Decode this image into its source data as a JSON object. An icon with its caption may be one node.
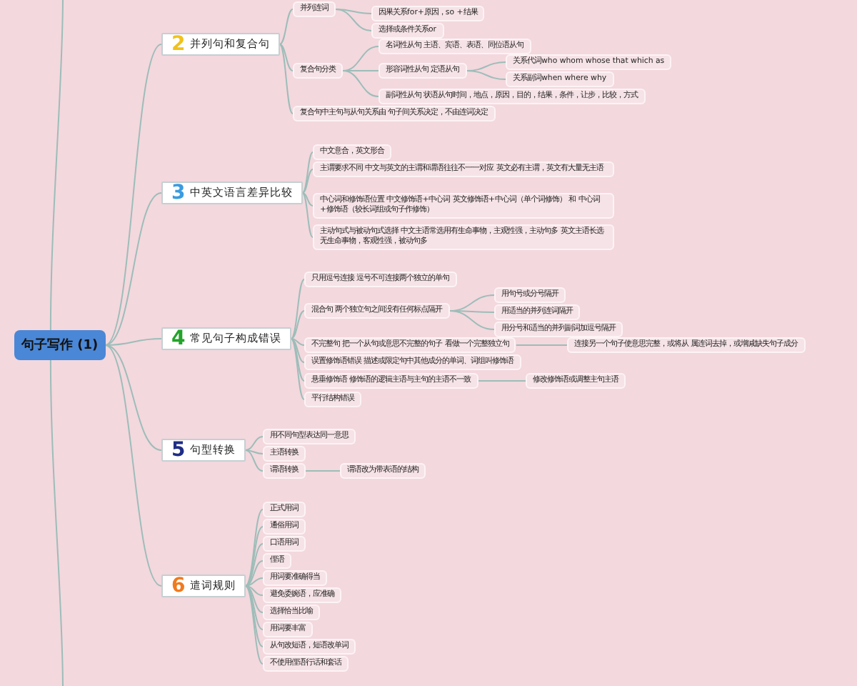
{
  "diagram": {
    "nodes": [
      {
        "text": [
          "句子写作 (1)"
        ]
      },
      {
        "text": [
          "2",
          "并列句和复合句"
        ]
      },
      {
        "text": [
          "并列连词"
        ]
      },
      {
        "text": [
          "因果关系for+原因，so +结果"
        ]
      },
      {
        "text": [
          "选择或条件关系or"
        ]
      },
      {
        "text": [
          "复合句分类"
        ]
      },
      {
        "text": [
          "名词性从句 主语、宾语、表语、同位语从句"
        ]
      },
      {
        "text": [
          "形容词性从句 定语从句"
        ]
      },
      {
        "text": [
          "关系代词who whom whose that which as"
        ]
      },
      {
        "text": [
          "关系副词when where why"
        ]
      },
      {
        "text": [
          "副词性从句 状语从句时间，地点，原因，目的，结果，条件，让步，比较，方式"
        ]
      },
      {
        "text": [
          "复合句中主句与从句关系由 句子间关系决定，不由连词决定"
        ]
      },
      {
        "text": [
          "3",
          "中英文语言差异比较"
        ]
      },
      {
        "text": [
          "中文意合，英文形合"
        ]
      },
      {
        "text": [
          "主谓要求不同 中文与英文的主谓和谓语往往不一一对应 英文必有主谓，英文有大量无主语"
        ]
      },
      {
        "text": [
          "中心词和修饰语位置 中文修饰语+中心词 英文修饰语+中心词（单个词修饰） 和 中心词+修饰语（较长词组或句子作修饰）"
        ]
      },
      {
        "text": [
          "主动句式与被动句式选择 中文主语常选用有生命事物，主观性强，主动句多 英文主语长选无生命事物，客观性强，被动句多"
        ]
      },
      {
        "text": [
          "4",
          "常见句子构成错误"
        ]
      },
      {
        "text": [
          "只用逗号连接 逗号不可连接两个独立的单句"
        ]
      },
      {
        "text": [
          "混合句 两个独立句之间没有任何标点隔开"
        ]
      },
      {
        "text": [
          "用句号或分号隔开"
        ]
      },
      {
        "text": [
          "用适当的并列连词隔开"
        ]
      },
      {
        "text": [
          "用分号和适当的并列副词加逗号隔开"
        ]
      },
      {
        "text": [
          "不完整句 把一个从句或意思不完整的句子 看做一个完整独立句"
        ]
      },
      {
        "text": [
          "连接另一个句子使意思完整，或将从 属连词去掉，或增减缺失句子成分"
        ]
      },
      {
        "text": [
          "误置修饰语错误 描述或限定句中其他成分的单词、词组叫修饰语"
        ]
      },
      {
        "text": [
          "悬垂修饰语 修饰语的逻辑主语与主句的主语不一致"
        ]
      },
      {
        "text": [
          "修改修饰语或调整主句主语"
        ]
      },
      {
        "text": [
          "平行结构错误"
        ]
      },
      {
        "text": [
          "5",
          "句型转换"
        ]
      },
      {
        "text": [
          "用不同句型表达同一意思"
        ]
      },
      {
        "text": [
          "主语转换"
        ]
      },
      {
        "text": [
          "谓语转换"
        ]
      },
      {
        "text": [
          "谓语改为带表语的结构"
        ]
      },
      {
        "text": [
          "6",
          "遣词规则"
        ]
      },
      {
        "text": [
          "正式用词"
        ]
      },
      {
        "text": [
          "通俗用词"
        ]
      },
      {
        "text": [
          "口语用词"
        ]
      },
      {
        "text": [
          "俚语"
        ]
      },
      {
        "text": [
          "用词要准确得当"
        ]
      },
      {
        "text": [
          "避免委婉语，应准确"
        ]
      },
      {
        "text": [
          "选择恰当比喻"
        ]
      },
      {
        "text": [
          "用词要丰富"
        ]
      },
      {
        "text": [
          "从句改短语，短语改单词"
        ]
      },
      {
        "text": [
          "不使用俚语行话和套话"
        ]
      }
    ],
    "edges": [
      {
        "from": 0,
        "to": null,
        "arrow": "none"
      },
      {
        "from": 0,
        "to": 1,
        "arrow": "none"
      },
      {
        "from": 1,
        "to": 2,
        "arrow": "none"
      },
      {
        "from": 2,
        "to": 3,
        "arrow": "none"
      },
      {
        "from": 2,
        "to": 4,
        "arrow": "none"
      },
      {
        "from": 1,
        "to": 5,
        "arrow": "none"
      },
      {
        "from": 5,
        "to": 6,
        "arrow": "none"
      },
      {
        "from": 5,
        "to": 7,
        "arrow": "none"
      },
      {
        "from": 7,
        "to": 8,
        "arrow": "none"
      },
      {
        "from": 7,
        "to": 9,
        "arrow": "none"
      },
      {
        "from": 5,
        "to": 10,
        "arrow": "none"
      },
      {
        "from": 1,
        "to": 11,
        "arrow": "none"
      },
      {
        "from": 0,
        "to": 12,
        "arrow": "none"
      },
      {
        "from": 12,
        "to": 13,
        "arrow": "none"
      },
      {
        "from": 12,
        "to": 14,
        "arrow": "none"
      },
      {
        "from": 12,
        "to": 15,
        "arrow": "none"
      },
      {
        "from": 12,
        "to": 16,
        "arrow": "none"
      },
      {
        "from": 0,
        "to": 17,
        "arrow": "none"
      },
      {
        "from": 17,
        "to": 18,
        "arrow": "none"
      },
      {
        "from": 17,
        "to": 19,
        "arrow": "none"
      },
      {
        "from": 19,
        "to": 20,
        "arrow": "none"
      },
      {
        "from": 19,
        "to": 21,
        "arrow": "none"
      },
      {
        "from": 19,
        "to": 22,
        "arrow": "none"
      },
      {
        "from": 17,
        "to": 23,
        "arrow": "none"
      },
      {
        "from": 23,
        "to": 24,
        "arrow": "none"
      },
      {
        "from": 17,
        "to": 25,
        "arrow": "none"
      },
      {
        "from": 17,
        "to": 26,
        "arrow": "none"
      },
      {
        "from": 26,
        "to": 27,
        "arrow": "none"
      },
      {
        "from": 17,
        "to": 28,
        "arrow": "none"
      },
      {
        "from": 0,
        "to": 29,
        "arrow": "none"
      },
      {
        "from": 29,
        "to": 30,
        "arrow": "none"
      },
      {
        "from": 29,
        "to": 31,
        "arrow": "none"
      },
      {
        "from": 29,
        "to": 32,
        "arrow": "none"
      },
      {
        "from": 32,
        "to": 33,
        "arrow": "none"
      },
      {
        "from": 0,
        "to": 34,
        "arrow": "none"
      },
      {
        "from": 34,
        "to": 35,
        "arrow": "none"
      },
      {
        "from": 34,
        "to": 36,
        "arrow": "none"
      },
      {
        "from": 34,
        "to": 37,
        "arrow": "none"
      },
      {
        "from": 34,
        "to": 38,
        "arrow": "none"
      },
      {
        "from": 34,
        "to": 39,
        "arrow": "none"
      },
      {
        "from": 34,
        "to": 40,
        "arrow": "none"
      },
      {
        "from": 34,
        "to": 41,
        "arrow": "none"
      },
      {
        "from": 34,
        "to": 42,
        "arrow": "none"
      },
      {
        "from": 34,
        "to": 43,
        "arrow": "none"
      },
      {
        "from": 34,
        "to": 44,
        "arrow": "none"
      },
      {
        "from": 0,
        "to": null,
        "arrow": "none"
      }
    ]
  }
}
